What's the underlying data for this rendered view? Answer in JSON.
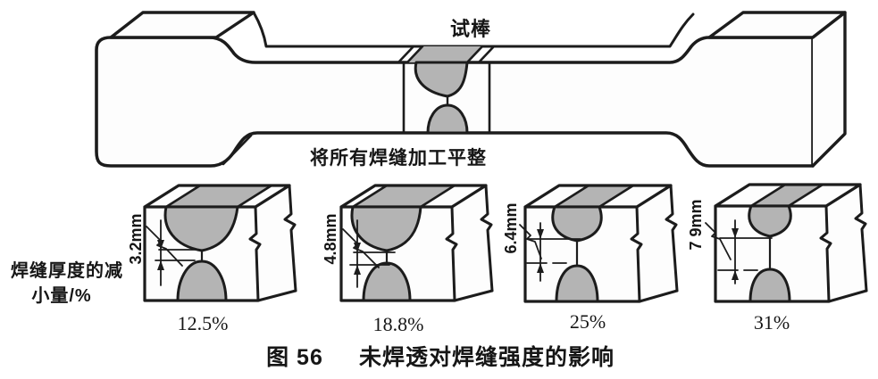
{
  "figure": {
    "specimen_label": "试棒",
    "instruction_label": "将所有焊缝加工平整",
    "y_axis_label_line1": "焊缝厚度的减",
    "y_axis_label_line2": "小量/%",
    "caption_number": "图 56",
    "caption_text": "未焊透对焊缝强度的影响"
  },
  "blocks": [
    {
      "dimension": "3.2mm",
      "percent": "12.5%"
    },
    {
      "dimension": "4.8mm",
      "percent": "18.8%"
    },
    {
      "dimension": "6.4mm",
      "percent": "25%"
    },
    {
      "dimension": "7 9mm",
      "percent": "31%"
    }
  ],
  "colors": {
    "line": "#1c1c1c",
    "weld_fill": "#b4b4b4",
    "face_fill": "#fdfdfd",
    "background": "#ffffff"
  }
}
